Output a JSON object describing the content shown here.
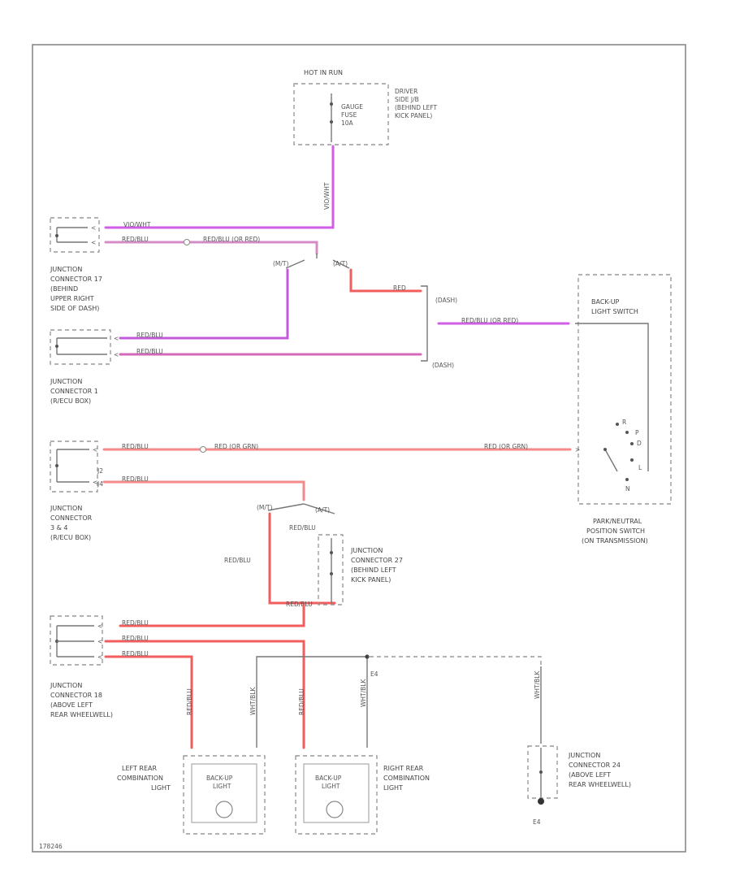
{
  "colors": {
    "pink": "#f17b8a",
    "magenta": "#d15ee6",
    "red": "#f25d5d",
    "gray": "#7a7a7a"
  },
  "labels": {
    "hot_in_run": "HOT IN RUN",
    "fuse_a": "GAUGE",
    "fuse_b": "FUSE",
    "fuse_c": "10A",
    "fuse_loc_1": "DRIVER",
    "fuse_loc_2": "SIDE J/B",
    "fuse_loc_3": "(BEHIND LEFT",
    "fuse_loc_4": "KICK PANEL)",
    "fuse_wire": "VIO/WHT",
    "wire_viowht": "VIO/WHT",
    "wire_redblu_top": "RED/BLU",
    "wire_redblu_or": "RED/BLU (OR RED)",
    "mt_left": "(M/T)",
    "at_right": "(A/T)",
    "red": "RED",
    "jc17_1": "JUNCTION",
    "jc17_2": "CONNECTOR 17",
    "jc17_3": "(BEHIND",
    "jc17_4": "UPPER RIGHT",
    "jc17_5": "SIDE OF DASH)",
    "dash_at": "(DASH)",
    "redblu_a": "RED/BLU",
    "redblu_b": "RED/BLU",
    "redblu_or_red2": "RED/BLU (OR RED)",
    "dash_at2": "(DASH)",
    "backup_sw_1": "BACK-UP",
    "backup_sw_2": "LIGHT SWITCH",
    "jc1_1": "JUNCTION",
    "jc1_2": "CONNECTOR 1",
    "jc1_3": "(R/ECU BOX)",
    "redblu_c": "RED/BLU",
    "red_or_grn_1": "RED (OR GRN)",
    "red_or_grn_2": "RED (OR GRN)",
    "j2": "J2",
    "j4": "J4",
    "redblu_d": "RED/BLU",
    "jc3_1": "JUNCTION",
    "jc3_2": "CONNECTOR",
    "jc3_3": "3 & 4",
    "jc3_4": "(R/ECU BOX)",
    "sw_R": "R",
    "sw_D": "D",
    "sw_N": "N",
    "sw_P": "P",
    "sw_L": "L",
    "pnp_1": "PARK/NEUTRAL",
    "pnp_2": "POSITION SWITCH",
    "pnp_3": "(ON TRANSMISSION)",
    "mt2": "(M/T)",
    "at2": "(A/T)",
    "redblu_e": "RED/BLU",
    "redblu_f": "RED/BLU",
    "redblu_g": "RED/BLU",
    "jc27_1": "JUNCTION",
    "jc27_2": "CONNECTOR 27",
    "jc27_3": "(BEHIND LEFT",
    "jc27_4": "KICK PANEL)",
    "redblu_h": "RED/BLU",
    "redblu_i": "RED/BLU",
    "redblu_j": "RED/BLU",
    "jc18_1": "JUNCTION",
    "jc18_2": "CONNECTOR 18",
    "jc18_3": "(ABOVE LEFT",
    "jc18_4": "REAR WHEELWELL)",
    "v_redblu_1": "RED/BLU",
    "v_wht_blk_1": "WHT/BLK",
    "v_redblu_2": "RED/BLU",
    "v_wht_blk_2": "WHT/BLK",
    "v_wht_blk_3": "WHT/BLK",
    "e4": "E4",
    "e4b": "E4",
    "lrc_1": "LEFT REAR",
    "lrc_2": "COMBINATION",
    "lrc_3": "LIGHT",
    "bul_1": "BACK-UP",
    "bul_2": "LIGHT",
    "bul_3": "BACK-UP",
    "bul_4": "LIGHT",
    "rrc_1": "RIGHT REAR",
    "rrc_2": "COMBINATION",
    "rrc_3": "LIGHT",
    "jc24_1": "JUNCTION",
    "jc24_2": "CONNECTOR 24",
    "jc24_3": "(ABOVE LEFT",
    "jc24_4": "REAR WHEELWELL)",
    "footer": "178246"
  }
}
